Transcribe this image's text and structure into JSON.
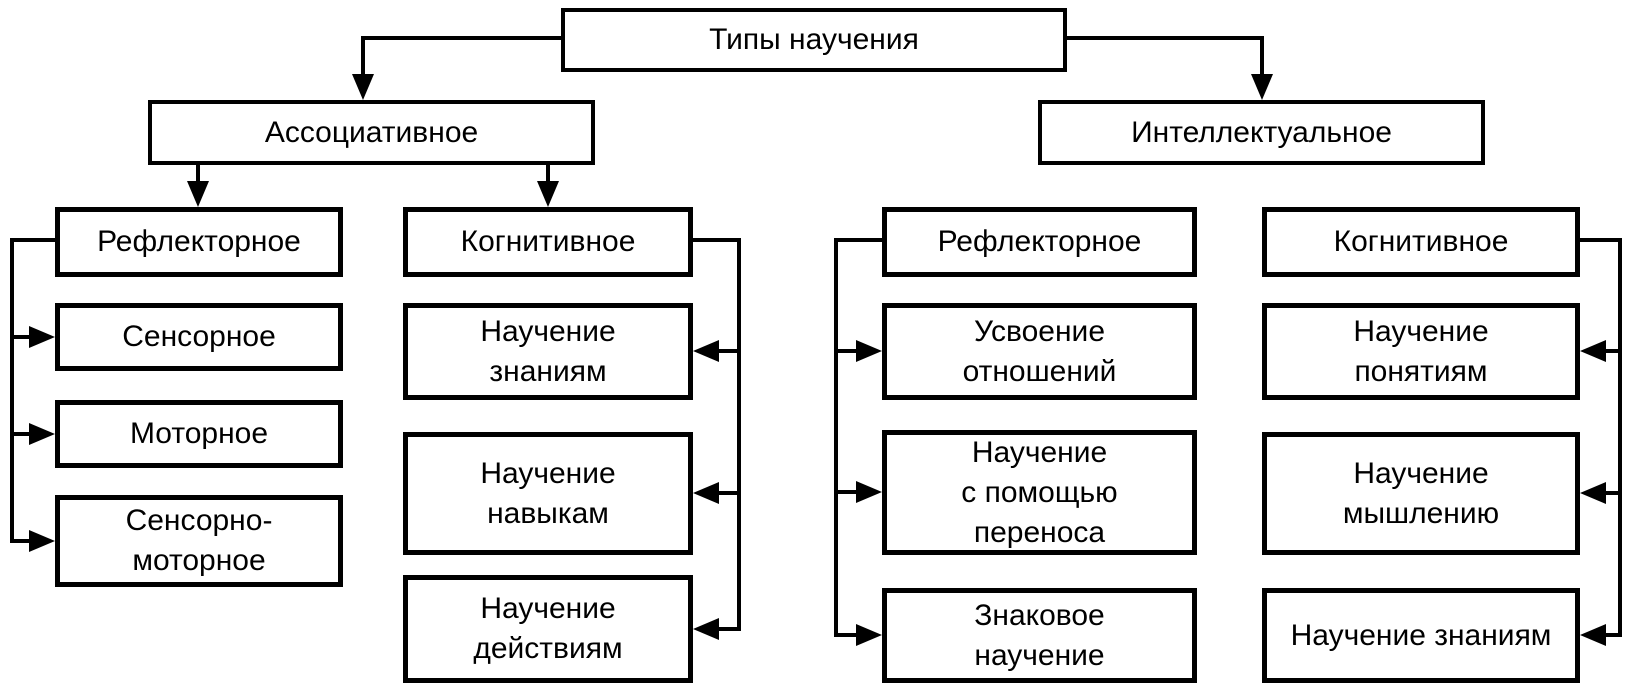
{
  "title": "Типы научения",
  "level2": {
    "associative": "Ассоциативное",
    "intellectual": "Интеллектуальное"
  },
  "groups": {
    "assoc_reflex": {
      "header": "Рефлекторное",
      "children": [
        "Сенсорное",
        "Моторное",
        "Сенсорно-\nмоторное"
      ]
    },
    "assoc_cognitive": {
      "header": "Когнитивное",
      "children": [
        "Научение\nзнаниям",
        "Научение\nнавыкам",
        "Научение\nдействиям"
      ]
    },
    "intel_reflex": {
      "header": "Рефлекторное",
      "children": [
        "Усвоение\nотношений",
        "Научение\nс помощью\nпереноса",
        "Знаковое\nнаучение"
      ]
    },
    "intel_cognitive": {
      "header": "Когнитивное",
      "children": [
        "Научение\nпонятиям",
        "Научение\nмышлению",
        "Научение знаниям"
      ]
    }
  },
  "palette": {
    "line": "#000000",
    "background": "#ffffff"
  }
}
